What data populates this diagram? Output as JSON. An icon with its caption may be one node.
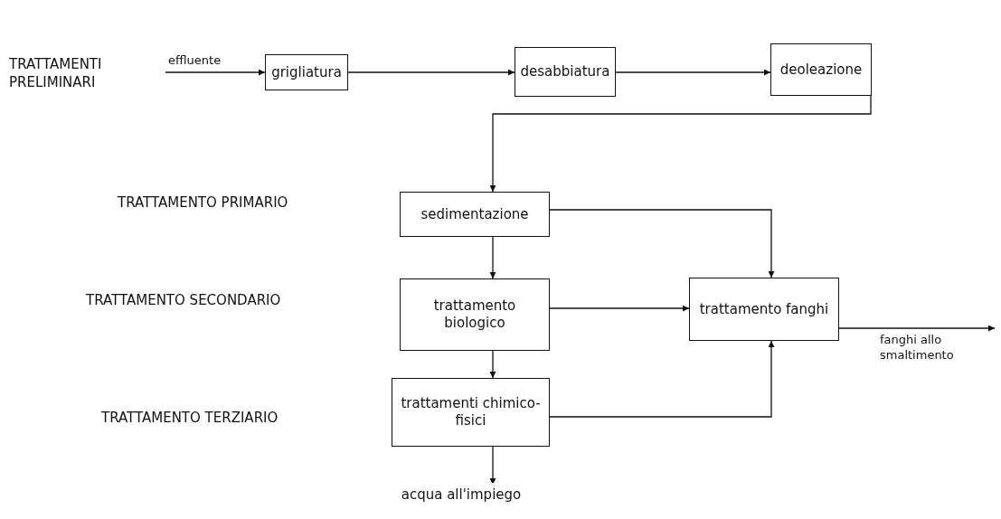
{
  "diagram": {
    "nodes": [
      {
        "text": [
          "grigliatura"
        ]
      },
      {
        "text": [
          "desabbiatura"
        ]
      },
      {
        "text": [
          "deoleazione"
        ]
      },
      {
        "text": [
          "sedimentazione"
        ]
      },
      {
        "text": [
          "trattamento biologico"
        ]
      },
      {
        "text": [
          "trattamento fanghi"
        ]
      },
      {
        "text": [
          "trattamenti chimico-fisici"
        ]
      },
      {
        "text": [
          "acqua all'impiego"
        ]
      }
    ],
    "edges": [
      {
        "from": null,
        "to": 0,
        "arrow": "to",
        "label": "effluente"
      },
      {
        "from": 0,
        "to": 1,
        "arrow": "to"
      },
      {
        "from": 1,
        "to": 2,
        "arrow": "to"
      },
      {
        "from": 2,
        "to": 3,
        "arrow": "to"
      },
      {
        "from": 3,
        "to": 4,
        "arrow": "to"
      },
      {
        "from": 3,
        "to": 5,
        "arrow": "to"
      },
      {
        "from": 4,
        "to": 5,
        "arrow": "to"
      },
      {
        "from": 4,
        "to": 6,
        "arrow": "to"
      },
      {
        "from": 6,
        "to": 7,
        "arrow": "to"
      },
      {
        "from": 6,
        "to": 5,
        "arrow": "to"
      },
      {
        "from": 5,
        "to": null,
        "arrow": "to",
        "label": "fanghi allo smaltimento"
      }
    ],
    "labels": [
      "TRATTAMENTI PRELIMINARI",
      "TRATTAMENTO PRIMARIO",
      "TRATTAMENTO SECONDARIO",
      "TRATTAMENTO TERZIARIO"
    ]
  }
}
